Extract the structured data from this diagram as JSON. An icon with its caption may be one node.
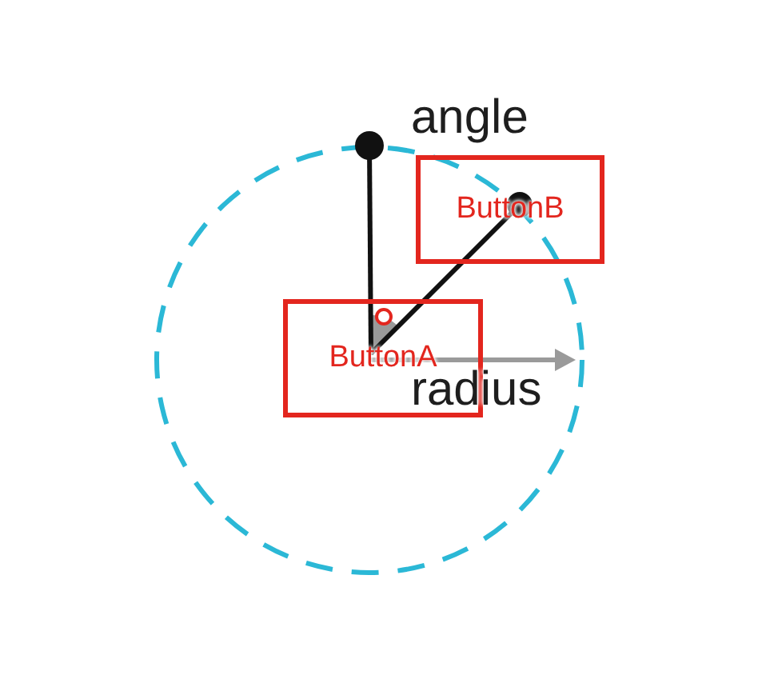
{
  "diagram": {
    "nodes": [
      {
        "text": [
          "ButtonB"
        ]
      },
      {
        "text": [
          "ButtonA"
        ]
      }
    ],
    "labels": [
      "angle",
      "radius"
    ]
  }
}
